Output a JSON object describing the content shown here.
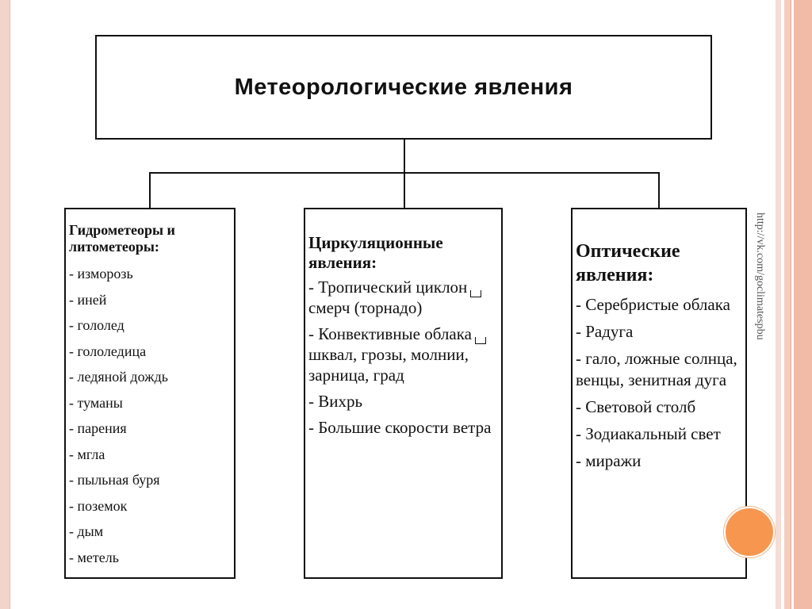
{
  "diagram": {
    "title": "Метеорологические явления",
    "categories": [
      {
        "heading": "Гидрометеоры и литометеоры:",
        "items": [
          "- изморозь",
          "- иней",
          "- гололед",
          "- гололедица",
          "- ледяной дождь",
          "- туманы",
          "- парения",
          "- мгла",
          "- пыльная буря",
          "- поземок",
          "- дым",
          "- метель"
        ]
      },
      {
        "heading": "Циркуляционные явления:",
        "items": [
          {
            "before": "- Тропический циклон",
            "after": "смерч (торнадо)"
          },
          {
            "before": "- Конвективные облака",
            "after": "шквал, грозы, молнии, зарница, град"
          },
          "- Вихрь",
          "- Большие скорости ветра"
        ]
      },
      {
        "heading": "Оптические явления:",
        "items": [
          "- Серебристые облака",
          "- Радуга",
          "- гало, ложные солнца, венцы, зенитная дуга",
          "- Световой столб",
          "- Зодиакальный свет",
          "- миражи"
        ]
      }
    ]
  },
  "side_url": "http://vk.com/goclimatespbu",
  "colors": {
    "frame": "#f1bba8",
    "accent_circle": "#f7974f"
  }
}
